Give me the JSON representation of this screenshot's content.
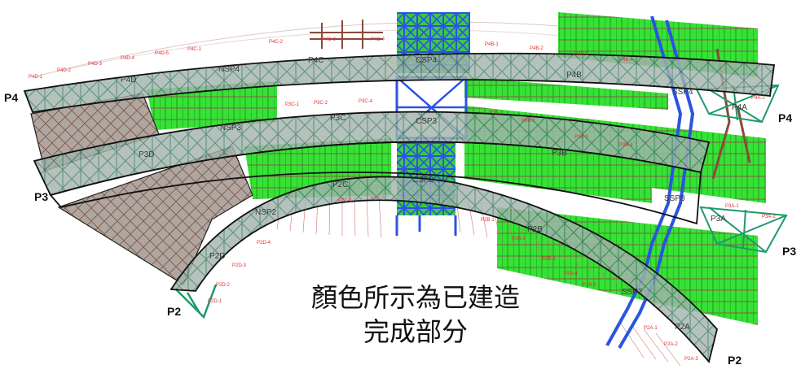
{
  "end_labels": {
    "p4_left": "P4",
    "p4_right": "P4",
    "p3_left": "P3",
    "p3_right": "P3",
    "p2_left": "P2",
    "p2_right": "P2"
  },
  "segments": {
    "p4d": "P4D",
    "nsp4": "NSP4",
    "p4c": "P4C",
    "csp4": "CSP4",
    "p4b": "P4B",
    "ssp4": "SSP4",
    "p4a": "P4A",
    "nsp3": "NSP3",
    "p3c": "P3C",
    "csp3": "CSP3",
    "p3d": "P3D",
    "p3b": "P3B",
    "p2c": "P2C",
    "csp2": "CSP2",
    "nsp2": "NSP2",
    "ssp3": "SSP3",
    "p3a": "P3A",
    "p2d": "P2D",
    "p2b": "P2B",
    "ssp2": "SSP2",
    "p2a": "P2A"
  },
  "node_labels": {
    "p4d_1": "P4D-1",
    "p4d_2": "P4D-2",
    "p4d_3": "P4D-3",
    "p4d_4": "P4D-4",
    "p4d_5": "P4D-5",
    "p4c_1": "P4C-1",
    "p4c_2": "P4C-2",
    "p4c_3": "P4C-3",
    "p4c_4": "P4C-4",
    "p4b_1": "P4B-1",
    "p4b_2": "P4B-2",
    "p4b_3": "P4B-3",
    "p4b_4": "P4B-4",
    "p4a_1": "P4A-1",
    "p3c_1": "P3C-1",
    "p3c_2": "P3C-2",
    "p3c_4": "P3C-4",
    "p3b_1": "P3B-1",
    "p3b_2": "P3B-2",
    "p3b_3": "P3B-3",
    "p3b_4": "P3B-4",
    "p3a_1": "P3A-1",
    "p3a_2": "P3A-2",
    "p2c_1": "P2C-1",
    "p2c_2": "P2C-2",
    "p2d_1": "P2D-1",
    "p2d_2": "P2D-2",
    "p2d_3": "P2D-3",
    "p2d_4": "P2D-4",
    "p2b_1": "P2B-1",
    "p2b_2": "P2B-2",
    "p2b_3": "P2B-3",
    "p2b_4": "P2B-4",
    "p2b_5": "P2B-5",
    "p2a_1": "P2A-1",
    "p2a_2": "P2A-2",
    "p2a_3": "P2A-3"
  },
  "caption": {
    "line1": "顏色所示為已建造",
    "line2": "完成部分"
  },
  "colors": {
    "truss_band": "#9fb0a8",
    "truss_lines": "#3f7f6b",
    "built_green": "#2fe02f",
    "brown": "#8a5a44",
    "blue": "#2b54e0",
    "completed_grey": "#a89f99",
    "teal": "#1f9a6a"
  }
}
